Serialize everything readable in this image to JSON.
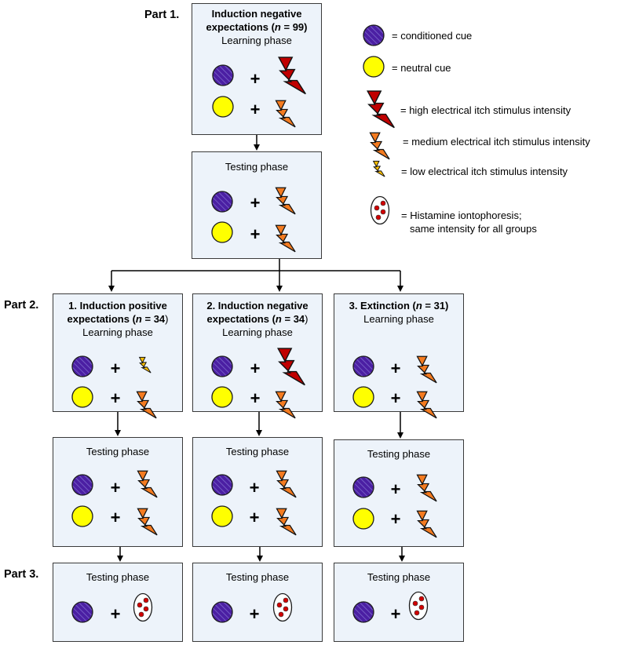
{
  "parts": {
    "part1": "Part 1.",
    "part2": "Part 2.",
    "part3": "Part 3."
  },
  "boxes": {
    "p1_learning": {
      "title_line1": "Induction negative",
      "title_line2": "expectations (",
      "n_symbol": "n",
      "n_value": " = 99)",
      "phase": "Learning phase"
    },
    "p1_testing": {
      "phase": "Testing phase"
    },
    "g1_learning": {
      "title_line1": "1. Induction positive",
      "title_line2": "expectations (",
      "n_symbol": "n",
      "n_value": " = 34",
      "close": ")",
      "phase": "Learning phase"
    },
    "g2_learning": {
      "title_line1": "2. Induction negative",
      "title_line2": "expectations (",
      "n_symbol": "n",
      "n_value": " = 34",
      "close": ")",
      "phase": "Learning phase"
    },
    "g3_learning": {
      "title_line1": "3. Extinction (",
      "n_symbol": "n",
      "n_value": " = 31)",
      "phase": "Learning phase"
    },
    "g1_testing": {
      "phase": "Testing phase"
    },
    "g2_testing": {
      "phase": "Testing phase"
    },
    "g3_testing": {
      "phase": "Testing phase"
    },
    "g1_part3": {
      "phase": "Testing phase"
    },
    "g2_part3": {
      "phase": "Testing phase"
    },
    "g3_part3": {
      "phase": "Testing phase"
    }
  },
  "plus_sign": "+",
  "legend": {
    "conditioned": "= conditioned cue",
    "neutral": "= neutral cue",
    "high": "= high electrical itch stimulus intensity",
    "medium": "= medium electrical itch stimulus intensity",
    "low": "= low  electrical itch stimulus intensity",
    "histamine_line1": "= Histamine iontophoresis;",
    "histamine_line2": "same intensity for all groups"
  },
  "colors": {
    "box_fill": "#edf3fa",
    "conditioned_cue": "#4b1fa3",
    "neutral_cue": "#ffff00",
    "high_bolt": "#c00000",
    "medium_bolt": "#f47b20",
    "low_bolt": "#ffc000",
    "histamine_dot": "#d00000"
  },
  "icons": [
    "conditioned-cue-icon",
    "neutral-cue-icon",
    "high-intensity-bolt-icon",
    "medium-intensity-bolt-icon",
    "low-intensity-bolt-icon",
    "histamine-iontophoresis-icon"
  ]
}
